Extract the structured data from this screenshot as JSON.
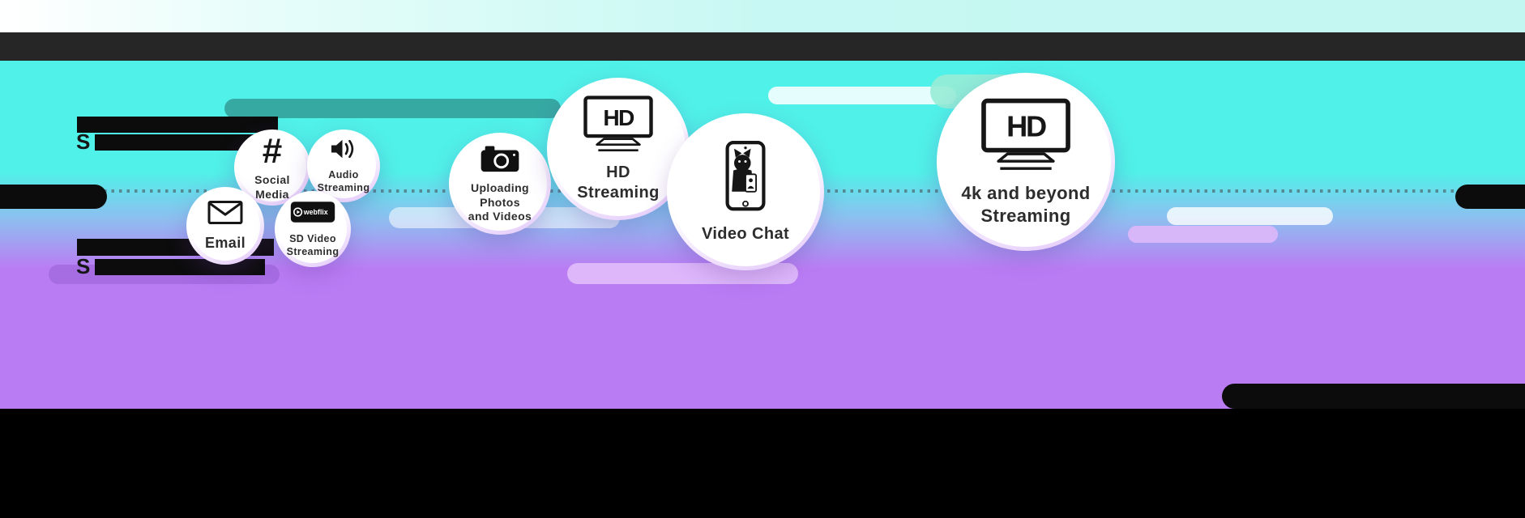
{
  "colors": {
    "background_cyan": "#50f1e8",
    "background_purple": "#ba7cf3",
    "bar_dark": "#262626",
    "footer_black": "#000000",
    "bubble_white": "#ffffff",
    "bubble_rim_lavender": "#e1c5f9",
    "label_dark": "#2d2d2d"
  },
  "headings": {
    "upper_initial": "S",
    "lower_initial": "S"
  },
  "icons": {
    "hd_text": "HD",
    "webflix_text": "webflix",
    "hashtag": "#"
  },
  "bubbles": [
    {
      "id": "email",
      "label": "Email",
      "icon": "envelope-icon"
    },
    {
      "id": "social-media",
      "label": "Social\nMedia",
      "icon": "hashtag-icon"
    },
    {
      "id": "audio-streaming",
      "label": "Audio\nStreaming",
      "icon": "speaker-icon"
    },
    {
      "id": "sd-video-streaming",
      "label": "SD Video\nStreaming",
      "icon": "webflix-badge-icon"
    },
    {
      "id": "uploading-photos",
      "label": "Uploading Photos\nand Videos",
      "icon": "camera-icon"
    },
    {
      "id": "hd-streaming",
      "label": "HD\nStreaming",
      "icon": "hd-tv-icon"
    },
    {
      "id": "video-chat",
      "label": "Video Chat",
      "icon": "phone-video-chat-icon"
    },
    {
      "id": "4k-streaming",
      "label": "4k and beyond\nStreaming",
      "icon": "hd-tv-icon"
    }
  ]
}
